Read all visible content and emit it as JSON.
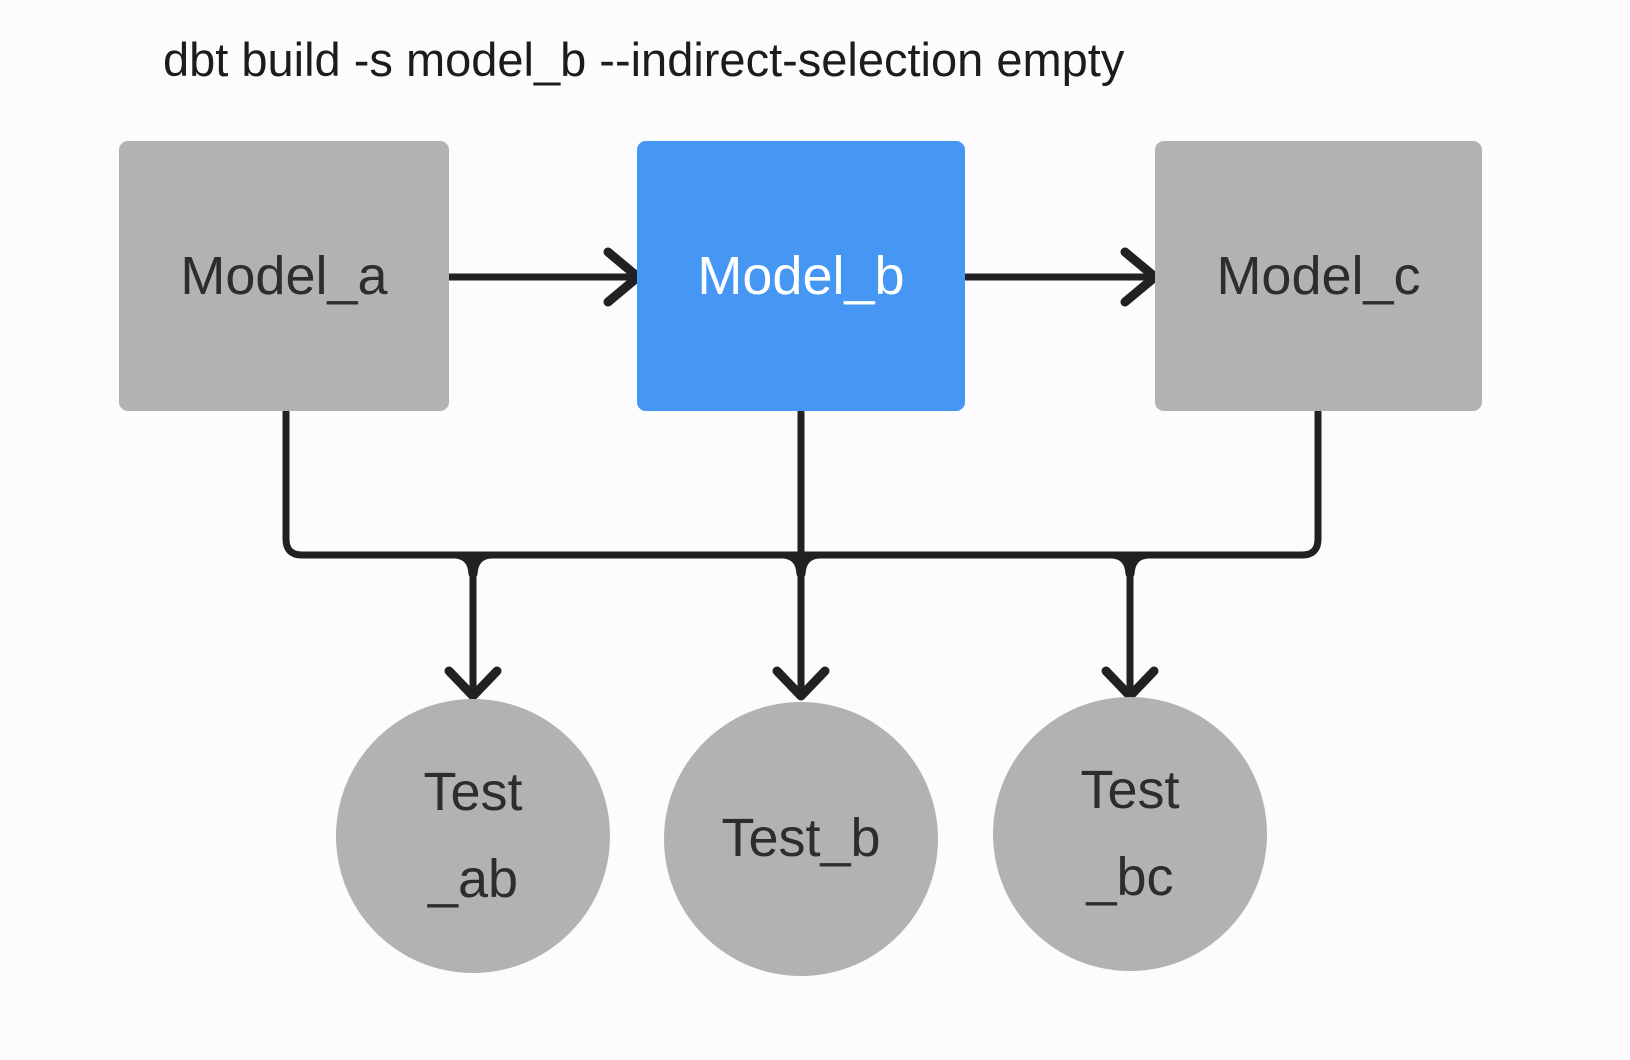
{
  "title": "dbt build -s model_b --indirect-selection empty",
  "colors": {
    "background": "#fcfcfc",
    "node_gray": "#b2b2b2",
    "node_selected_blue": "#4696f3",
    "edge_black": "#212121",
    "label_dark": "#2d2d2d",
    "label_on_blue": "#ffffff",
    "title_text": "#1c1c1c"
  },
  "diagram": {
    "models": [
      {
        "id": "model_a",
        "label": "Model_a",
        "selected": false
      },
      {
        "id": "model_b",
        "label": "Model_b",
        "selected": true
      },
      {
        "id": "model_c",
        "label": "Model_c",
        "selected": false
      }
    ],
    "tests": [
      {
        "id": "test_ab",
        "label_line1": "Test",
        "label_line2": "_ab"
      },
      {
        "id": "test_b",
        "label_line1": "Test_b",
        "label_line2": ""
      },
      {
        "id": "test_bc",
        "label_line1": "Test",
        "label_line2": "_bc"
      }
    ],
    "edges": [
      {
        "from": "model_a",
        "to": "model_b",
        "type": "arrow"
      },
      {
        "from": "model_b",
        "to": "model_c",
        "type": "arrow"
      },
      {
        "from": "model_a",
        "to": "test_ab",
        "type": "arrow"
      },
      {
        "from": "model_b",
        "to": "test_ab",
        "type": "arrow"
      },
      {
        "from": "model_b",
        "to": "test_b",
        "type": "arrow"
      },
      {
        "from": "model_b",
        "to": "test_bc",
        "type": "arrow"
      },
      {
        "from": "model_c",
        "to": "test_bc",
        "type": "arrow"
      }
    ]
  }
}
